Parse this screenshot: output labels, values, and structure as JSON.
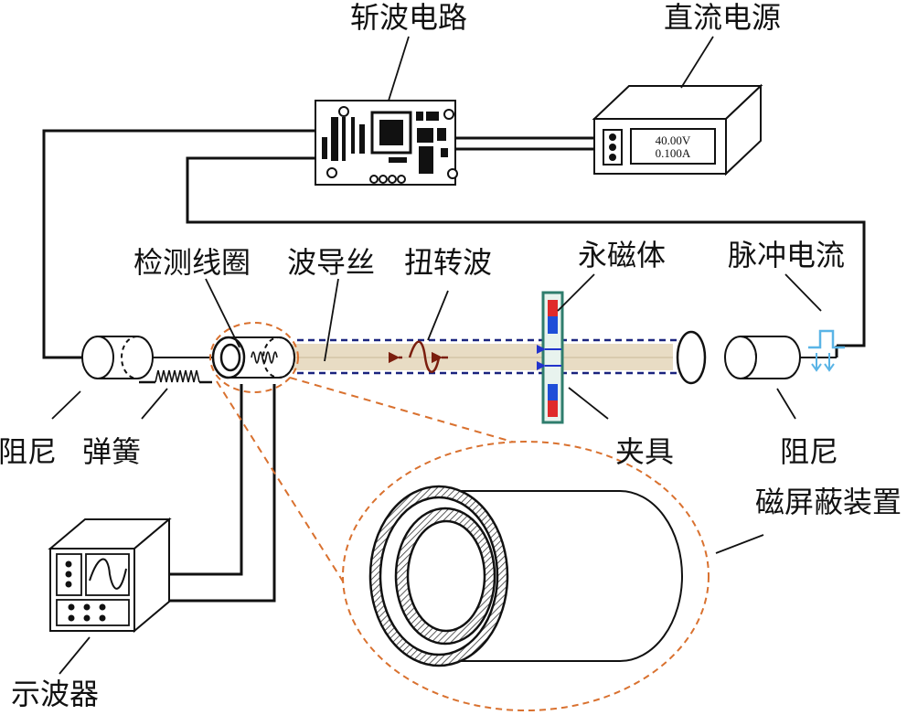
{
  "labels": {
    "chopper_circuit": "斩波电路",
    "dc_power": "直流电源",
    "detection_coil": "检测线圈",
    "waveguide_wire": "波导丝",
    "torsion_wave": "扭转波",
    "permanent_magnet": "永磁体",
    "pulse_current": "脉冲电流",
    "damper_left": "阻尼",
    "spring": "弹簧",
    "fixture": "夹具",
    "damper_right": "阻尼",
    "magnetic_shield": "磁屏蔽装置",
    "oscilloscope": "示波器"
  },
  "dc_display": {
    "voltage": "40.00V",
    "current": "0.100A"
  },
  "colors": {
    "wire_band": "#e8dcc4",
    "dashed_line": "#1a237e",
    "wave": "#7b1e0e",
    "zoom_outline": "#d9712f",
    "magnet_frame": "#2f7d6d",
    "magnet_red": "#e02a2a",
    "magnet_blue": "#1e4ed8",
    "field_arrow": "#2233cc",
    "pulse_symbol": "#5ab4e6"
  }
}
